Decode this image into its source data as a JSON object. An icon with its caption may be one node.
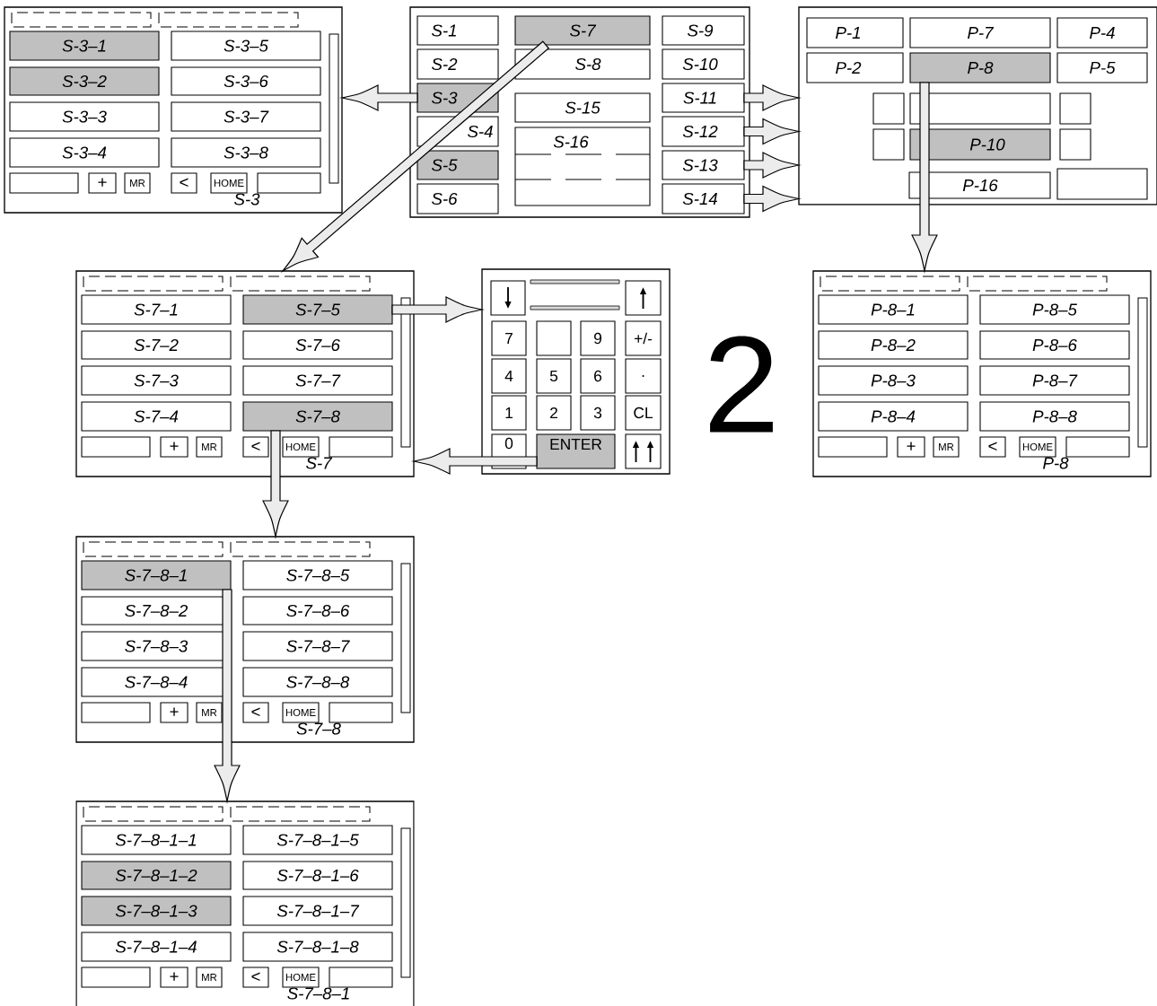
{
  "diagram": {
    "nodes": [
      {
        "text": [
          "S-3"
        ]
      },
      {
        "text": [
          "S-3–1"
        ],
        "in": 0
      },
      {
        "text": [
          "S-3–2"
        ],
        "in": 0
      },
      {
        "text": [
          "S-3–3"
        ],
        "in": 0
      },
      {
        "text": [
          "S-3–4"
        ],
        "in": 0
      },
      {
        "text": [
          "S-3–5"
        ],
        "in": 0
      },
      {
        "text": [
          "S-3–6"
        ],
        "in": 0
      },
      {
        "text": [
          "S-3–7"
        ],
        "in": 0
      },
      {
        "text": [
          "S-3–8"
        ],
        "in": 0
      },
      {
        "text": [],
        "shape": "box",
        "in": 0
      },
      {
        "text": [
          "+"
        ],
        "in": 0
      },
      {
        "text": [
          "MR"
        ],
        "in": 0
      },
      {
        "text": [
          "<"
        ],
        "in": 0
      },
      {
        "text": [
          "HOME"
        ],
        "in": 0
      },
      {
        "text": [],
        "shape": "box",
        "in": 0
      },
      {
        "text": [],
        "shape": "box"
      },
      {
        "text": [
          "S-1"
        ],
        "in": 15
      },
      {
        "text": [
          "S-2"
        ],
        "in": 15
      },
      {
        "text": [
          "S-3"
        ],
        "in": 15
      },
      {
        "text": [
          "S-4"
        ],
        "in": 15
      },
      {
        "text": [
          "S-5"
        ],
        "in": 15
      },
      {
        "text": [
          "S-6"
        ],
        "in": 15
      },
      {
        "text": [
          "S-7"
        ],
        "in": 15
      },
      {
        "text": [
          "S-8"
        ],
        "in": 15
      },
      {
        "text": [
          "S-15"
        ],
        "in": 15
      },
      {
        "text": [
          "S-16"
        ],
        "in": 15
      },
      {
        "text": [
          "S-9"
        ],
        "in": 15
      },
      {
        "text": [
          "S-10"
        ],
        "in": 15
      },
      {
        "text": [
          "S-11"
        ],
        "in": 15
      },
      {
        "text": [
          "S-12"
        ],
        "in": 15
      },
      {
        "text": [
          "S-13"
        ],
        "in": 15
      },
      {
        "text": [
          "S-14"
        ],
        "in": 15
      },
      {
        "text": [],
        "shape": "box"
      },
      {
        "text": [
          "P-1"
        ],
        "in": 32
      },
      {
        "text": [
          "P-7"
        ],
        "in": 32
      },
      {
        "text": [
          "P-4"
        ],
        "in": 32
      },
      {
        "text": [
          "P-2"
        ],
        "in": 32
      },
      {
        "text": [
          "P-8"
        ],
        "in": 32
      },
      {
        "text": [
          "P-5"
        ],
        "in": 32
      },
      {
        "text": [],
        "shape": "box",
        "in": 32
      },
      {
        "text": [],
        "shape": "box",
        "in": 32
      },
      {
        "text": [],
        "shape": "box",
        "in": 32
      },
      {
        "text": [],
        "shape": "box",
        "in": 32
      },
      {
        "text": [
          "P-10"
        ],
        "in": 32
      },
      {
        "text": [],
        "shape": "box",
        "in": 32
      },
      {
        "text": [
          "P-16"
        ],
        "in": 32
      },
      {
        "text": [],
        "shape": "box",
        "in": 32
      },
      {
        "text": [
          "S-7"
        ]
      },
      {
        "text": [
          "S-7–1"
        ],
        "in": 47
      },
      {
        "text": [
          "S-7–2"
        ],
        "in": 47
      },
      {
        "text": [
          "S-7–3"
        ],
        "in": 47
      },
      {
        "text": [
          "S-7–4"
        ],
        "in": 47
      },
      {
        "text": [
          "S-7–5"
        ],
        "in": 47
      },
      {
        "text": [
          "S-7–6"
        ],
        "in": 47
      },
      {
        "text": [
          "S-7–7"
        ],
        "in": 47
      },
      {
        "text": [
          "S-7–8"
        ],
        "in": 47
      },
      {
        "text": [],
        "shape": "box",
        "in": 47
      },
      {
        "text": [
          "+"
        ],
        "in": 47
      },
      {
        "text": [
          "MR"
        ],
        "in": 47
      },
      {
        "text": [
          "<"
        ],
        "in": 47
      },
      {
        "text": [
          "HOME"
        ],
        "in": 47
      },
      {
        "text": [],
        "shape": "box",
        "in": 47
      },
      {
        "text": [],
        "shape": "box"
      },
      {
        "text": [],
        "shape": "box",
        "in": 62
      },
      {
        "text": [],
        "shape": "box",
        "in": 62
      },
      {
        "text": [
          "7"
        ],
        "in": 62
      },
      {
        "text": [],
        "shape": "box",
        "in": 62
      },
      {
        "text": [
          "9"
        ],
        "in": 62
      },
      {
        "text": [
          "+/-"
        ],
        "in": 62
      },
      {
        "text": [
          "4"
        ],
        "in": 62
      },
      {
        "text": [
          "5"
        ],
        "in": 62
      },
      {
        "text": [
          "6"
        ],
        "in": 62
      },
      {
        "text": [
          "."
        ],
        "in": 62
      },
      {
        "text": [
          "1"
        ],
        "in": 62
      },
      {
        "text": [
          "2"
        ],
        "in": 62
      },
      {
        "text": [
          "3"
        ],
        "in": 62
      },
      {
        "text": [
          "CL"
        ],
        "in": 62
      },
      {
        "text": [
          "0"
        ],
        "in": 62
      },
      {
        "text": [
          "ENTER"
        ],
        "in": 62
      },
      {
        "text": [],
        "shape": "box",
        "in": 62
      },
      {
        "text": [
          "P-8"
        ]
      },
      {
        "text": [
          "P-8–1"
        ],
        "in": 80
      },
      {
        "text": [
          "P-8–2"
        ],
        "in": 80
      },
      {
        "text": [
          "P-8–3"
        ],
        "in": 80
      },
      {
        "text": [
          "P-8–4"
        ],
        "in": 80
      },
      {
        "text": [
          "P-8–5"
        ],
        "in": 80
      },
      {
        "text": [
          "P-8–6"
        ],
        "in": 80
      },
      {
        "text": [
          "P-8–7"
        ],
        "in": 80
      },
      {
        "text": [
          "P-8–8"
        ],
        "in": 80
      },
      {
        "text": [],
        "shape": "box",
        "in": 80
      },
      {
        "text": [
          "+"
        ],
        "in": 80
      },
      {
        "text": [
          "MR"
        ],
        "in": 80
      },
      {
        "text": [
          "<"
        ],
        "in": 80
      },
      {
        "text": [
          "HOME"
        ],
        "in": 80
      },
      {
        "text": [],
        "shape": "box",
        "in": 80
      },
      {
        "text": [
          "S-7–8"
        ]
      },
      {
        "text": [
          "S-7–8–1"
        ],
        "in": 95
      },
      {
        "text": [
          "S-7–8–2"
        ],
        "in": 95
      },
      {
        "text": [
          "S-7–8–3"
        ],
        "in": 95
      },
      {
        "text": [
          "S-7–8–4"
        ],
        "in": 95
      },
      {
        "text": [
          "S-7–8–5"
        ],
        "in": 95
      },
      {
        "text": [
          "S-7–8–6"
        ],
        "in": 95
      },
      {
        "text": [
          "S-7–8–7"
        ],
        "in": 95
      },
      {
        "text": [
          "S-7–8–8"
        ],
        "in": 95
      },
      {
        "text": [],
        "shape": "box",
        "in": 95
      },
      {
        "text": [
          "+"
        ],
        "in": 95
      },
      {
        "text": [
          "MR"
        ],
        "in": 95
      },
      {
        "text": [
          "<"
        ],
        "in": 95
      },
      {
        "text": [
          "HOME"
        ],
        "in": 95
      },
      {
        "text": [],
        "shape": "box",
        "in": 95
      },
      {
        "text": [
          "S-7–8–1"
        ]
      },
      {
        "text": [
          "S-7–8–1–1"
        ],
        "in": 110
      },
      {
        "text": [
          "S-7–8–1–2"
        ],
        "in": 110
      },
      {
        "text": [
          "S-7–8–1–3"
        ],
        "in": 110
      },
      {
        "text": [
          "S-7–8–1–4"
        ],
        "in": 110
      },
      {
        "text": [
          "S-7–8–1–5"
        ],
        "in": 110
      },
      {
        "text": [
          "S-7–8–1–6"
        ],
        "in": 110
      },
      {
        "text": [
          "S-7–8–1–7"
        ],
        "in": 110
      },
      {
        "text": [
          "S-7–8–1–8"
        ],
        "in": 110
      },
      {
        "text": [],
        "shape": "box",
        "in": 110
      },
      {
        "text": [
          "+"
        ],
        "in": 110
      },
      {
        "text": [
          "MR"
        ],
        "in": 110
      },
      {
        "text": [
          "<"
        ],
        "in": 110
      },
      {
        "text": [
          "HOME"
        ],
        "in": 110
      },
      {
        "text": [],
        "shape": "box",
        "in": 110
      }
    ],
    "edges": [
      {
        "from": 18,
        "to": 0,
        "arrow": "to"
      },
      {
        "from": 22,
        "to": 47,
        "arrow": "to"
      },
      {
        "from": 28,
        "to": 32,
        "arrow": "to"
      },
      {
        "from": 29,
        "to": 32,
        "arrow": "to"
      },
      {
        "from": 30,
        "to": 32,
        "arrow": "to"
      },
      {
        "from": 31,
        "to": 32,
        "arrow": "to"
      },
      {
        "from": 37,
        "to": 80,
        "arrow": "to"
      },
      {
        "from": 52,
        "to": 62,
        "arrow": "to"
      },
      {
        "from": 78,
        "to": 47,
        "arrow": "to"
      },
      {
        "from": 55,
        "to": 95,
        "arrow": "to"
      },
      {
        "from": 96,
        "to": 110,
        "arrow": "to"
      }
    ],
    "labels": [
      "2"
    ]
  }
}
